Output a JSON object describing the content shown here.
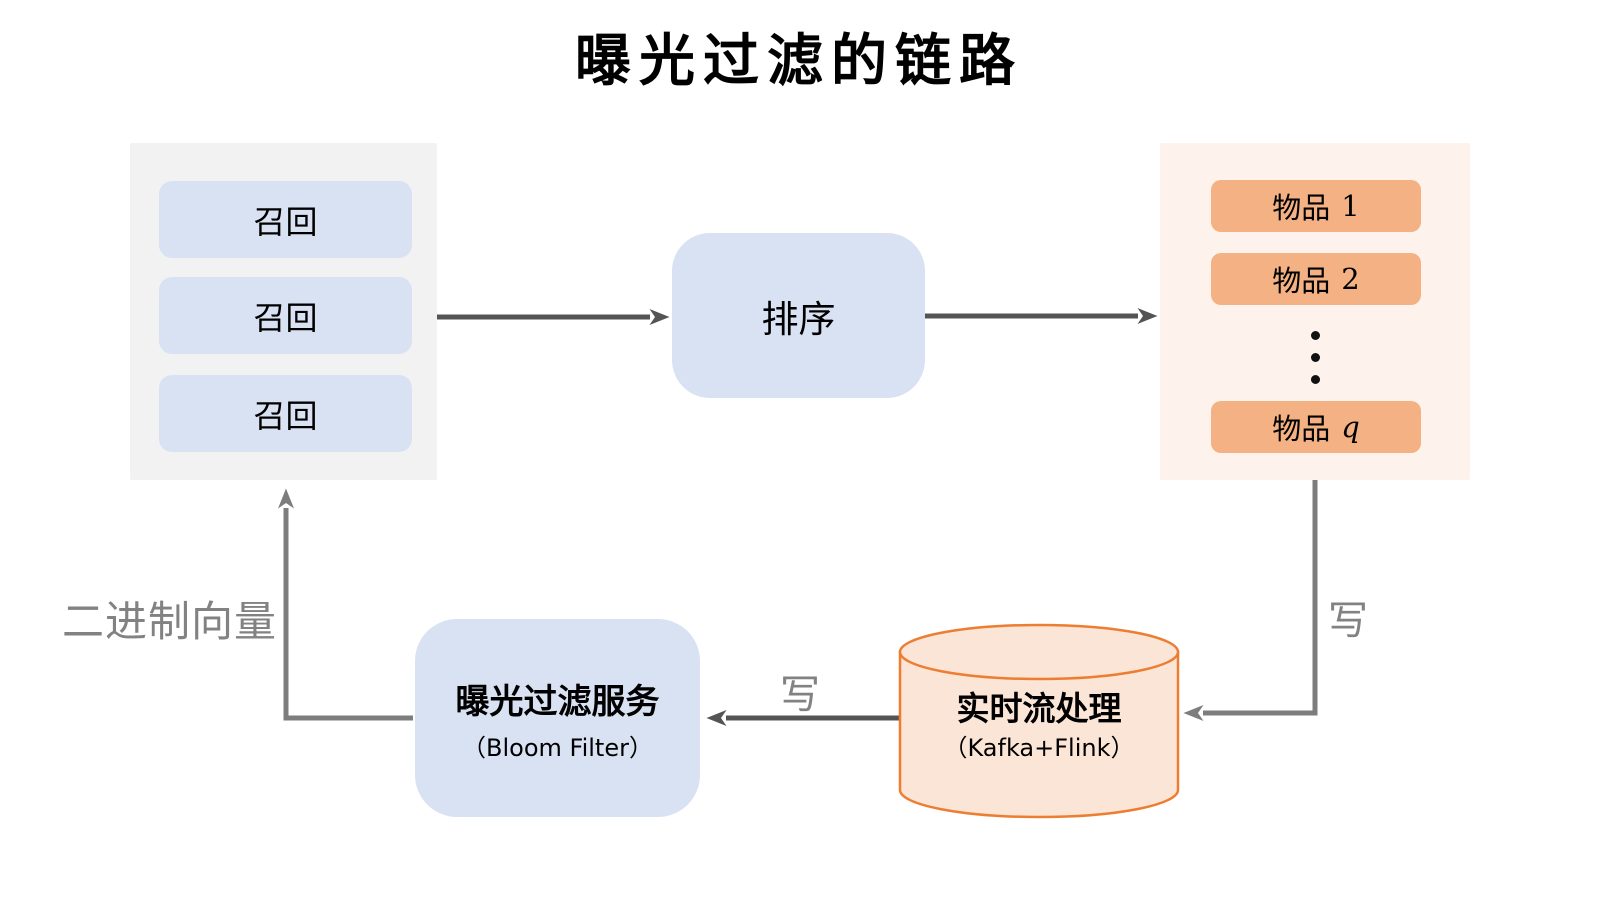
{
  "title": "曝光过滤的链路",
  "recall_panel": {
    "items": [
      {
        "label": "召回"
      },
      {
        "label": "召回"
      },
      {
        "label": "召回"
      }
    ]
  },
  "ranking_box": {
    "label": "排序"
  },
  "items_panel": {
    "items": [
      {
        "prefix": "物品",
        "suffix": "1"
      },
      {
        "prefix": "物品",
        "suffix": "2"
      },
      {
        "prefix": "物品",
        "suffix": "q"
      }
    ]
  },
  "bloom_box": {
    "title": "曝光过滤服务",
    "subtitle": "（Bloom Filter）"
  },
  "stream_cylinder": {
    "title": "实时流处理",
    "subtitle": "（Kafka+Flink）"
  },
  "edge_labels": {
    "write_to_stream": "写",
    "write_to_bloom": "写",
    "binary_vector": "二进制向量"
  },
  "colors": {
    "recall_panel_bg": "#f2f2f2",
    "items_panel_bg": "#fdf2ec",
    "blue_box": "#d9e2f3",
    "orange_box": "#f4b183",
    "cylinder_fill": "#fbe5d6",
    "cylinder_border": "#ed7d31",
    "arrow_dark": "#545454",
    "arrow_light": "#7d7d7d",
    "edge_label_gray": "#828282",
    "text": "#000000"
  }
}
